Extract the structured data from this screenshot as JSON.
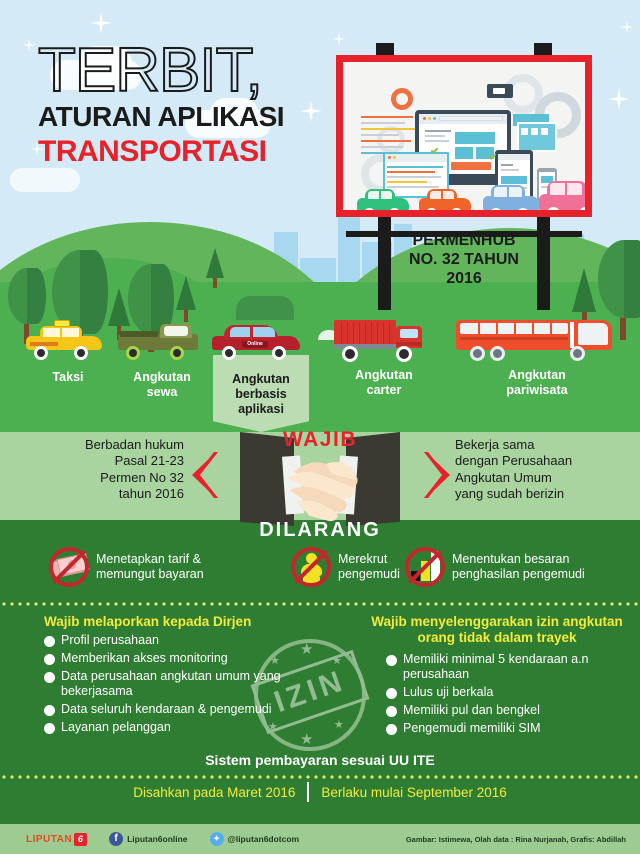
{
  "title": {
    "line1": "TERBIT,",
    "line2": "ATURAN APLIKASI",
    "line3": "TRANSPORTASI"
  },
  "billboard": {
    "caption_line1": "PERMENHUB",
    "caption_line2": "NO. 32 TAHUN",
    "caption_line3": "2016"
  },
  "vehicles": [
    {
      "label_line1": "Taksi",
      "label_line2": "",
      "icon": "taxi-icon"
    },
    {
      "label_line1": "Angkutan",
      "label_line2": "sewa",
      "icon": "pickup-truck-icon"
    },
    {
      "label_line1": "Angkutan",
      "label_line2": "berbasis",
      "label_line3": "aplikasi",
      "icon": "online-car-icon",
      "badge": "Online"
    },
    {
      "label_line1": "Angkutan",
      "label_line2": "carter",
      "icon": "cargo-truck-icon"
    },
    {
      "label_line1": "Angkutan",
      "label_line2": "pariwisata",
      "icon": "bus-icon"
    }
  ],
  "wajib": {
    "title": "WAJIB",
    "left": "Berbadan hukum\nPasal 21-23\nPermen No 32\ntahun 2016",
    "right": "Bekerja sama\ndengan Perusahaan\nAngkutan Umum\nyang sudah berizin"
  },
  "dilarang": {
    "title": "DILARANG",
    "items": [
      {
        "text": "Menetapkan tarif &\nmemungut bayaran",
        "icon": "banknote-icon"
      },
      {
        "text": "Merekrut\npengemudi",
        "icon": "person-recruit-icon"
      },
      {
        "text": "Menentukan besaran\npenghasilan pengemudi",
        "icon": "bar-chart-icon"
      }
    ]
  },
  "lists": {
    "left": {
      "heading": "Wajib melaporkan kepada Dirjen",
      "items": [
        "Profil perusahaan",
        "Memberikan akses monitoring",
        "Data perusahaan angkutan umum yang bekerjasama",
        "Data seluruh kendaraan & pengemudi",
        "Layanan pelanggan"
      ]
    },
    "right": {
      "heading": "Wajib menyelenggarakan izin angkutan orang tidak dalam trayek",
      "items": [
        "Memiliki minimal 5 kendaraan a.n perusahaan",
        "Lulus uji berkala",
        "Memiliki pul dan bengkel",
        "Pengemudi memiliki SIM"
      ]
    },
    "stamp_text": "IZIN"
  },
  "uu_ite": "Sistem pembayaran sesuai UU ITE",
  "dates": {
    "left": "Disahkan pada Maret 2016",
    "right": "Berlaku mulai September 2016"
  },
  "footer": {
    "logo": "LIPUTAN",
    "logo_badge": "6",
    "facebook": "Liputan6online",
    "twitter": "@liputan6dotcom",
    "credits": "Gambar: Istimewa, Olah data : Rina Nurjanah, Grafis: Abdillah"
  },
  "colors": {
    "sky": "#d4ebf7",
    "green_dark": "#2e7d32",
    "green_mid": "#4caf50",
    "green_light": "#a9d4a0",
    "red": "#e8222a",
    "yellow": "#f2ec3c"
  }
}
